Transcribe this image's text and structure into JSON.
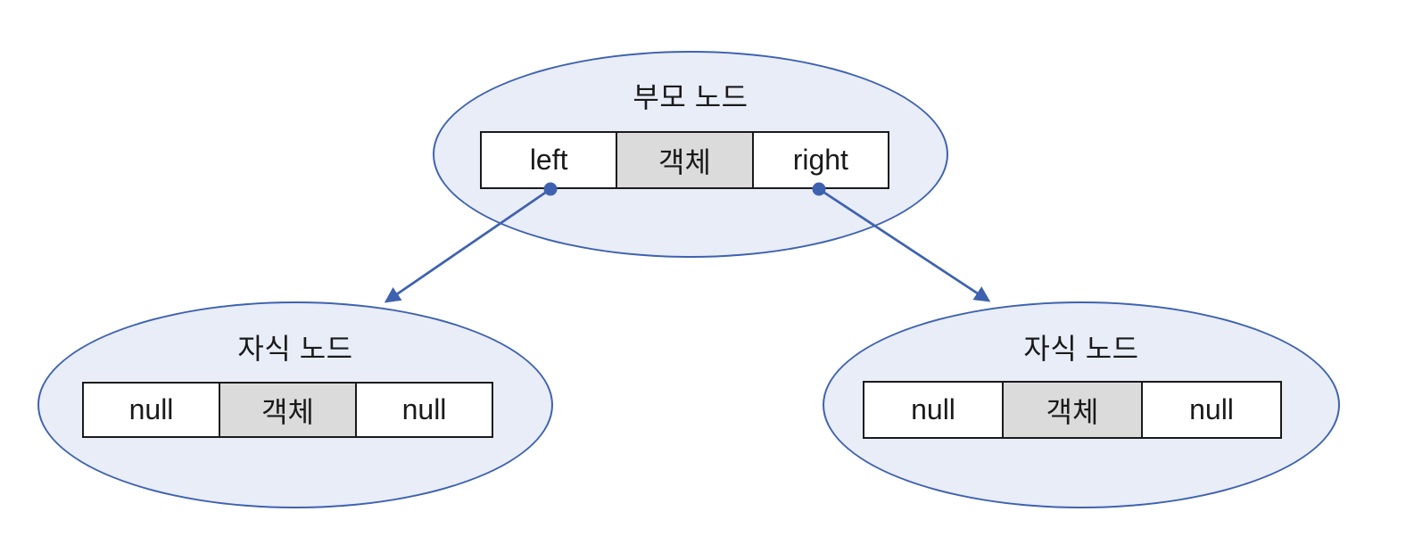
{
  "figure": {
    "description": "Binary tree node structure diagram with a parent node referencing two child nodes"
  },
  "nodes": [
    {
      "id": "parent",
      "title": "부모 노드",
      "cells": [
        "left",
        "객체",
        "right"
      ]
    },
    {
      "id": "left-child",
      "title": "자식 노드",
      "cells": [
        "null",
        "객체",
        "null"
      ]
    },
    {
      "id": "right-child",
      "title": "자식 노드",
      "cells": [
        "null",
        "객체",
        "null"
      ]
    }
  ],
  "edges": [
    {
      "from": "parent.left-cell",
      "to": "left-child",
      "style": "arrow-with-dot-origin"
    },
    {
      "from": "parent.right-cell",
      "to": "right-child",
      "style": "arrow-with-dot-origin"
    }
  ],
  "colors": {
    "ellipse_fill": "#E9EDF8",
    "ellipse_stroke": "#3E62B0",
    "cell_fill": "#FFFFFF",
    "cell_highlight_fill": "#DBDBDB",
    "cell_border": "#1A1A1A",
    "arrow": "#3E62B0",
    "text": "#1A1A1A"
  }
}
